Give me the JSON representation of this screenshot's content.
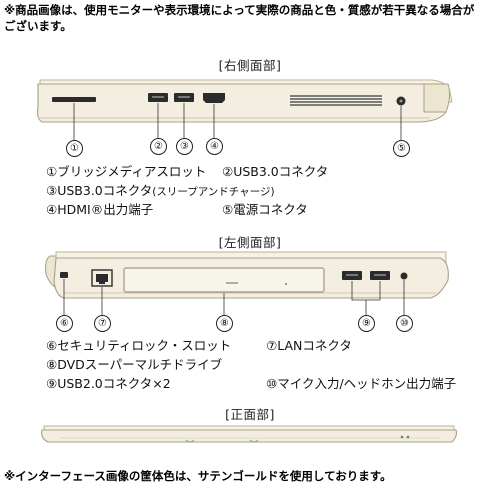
{
  "notes": {
    "top_line1": "※商品画像は、使用モニターや表示環境によって実際の商品と色・質感が若干異なる場合が",
    "top_line2": "ございます。",
    "bottom": "※インターフェース画像の筐体色は、サテンゴールドを使用しております。"
  },
  "sections": {
    "right": "[右側面部]",
    "left": "[左側面部]",
    "front": "[正面部]"
  },
  "colors": {
    "body": "#f3eee0",
    "body_edge": "#cfc6ad",
    "gold": "#d9cfae",
    "port": "#2b2b2b"
  },
  "right_callouts": [
    "①",
    "②",
    "③",
    "④",
    "⑤"
  ],
  "right_labels": [
    {
      "text": "①ブリッジメディアスロット"
    },
    {
      "text": "②USB3.0コネクタ"
    },
    {
      "text": "③USB3.0コネクタ",
      "suffix": "(スリープアンドチャージ)"
    },
    {
      "text": "④HDMI®出力端子"
    },
    {
      "text": "⑤電源コネクタ"
    }
  ],
  "left_callouts": [
    "⑥",
    "⑦",
    "⑧",
    "⑨",
    "⑩"
  ],
  "left_labels": [
    {
      "text": "⑥セキュリティロック・スロット"
    },
    {
      "text": "⑦LANコネクタ"
    },
    {
      "text": "⑧DVDスーパーマルチドライブ"
    },
    {
      "text": "⑨USB2.0コネクタ×2"
    },
    {
      "text": "⑩マイク入力/ヘッドホン出力端子"
    }
  ]
}
